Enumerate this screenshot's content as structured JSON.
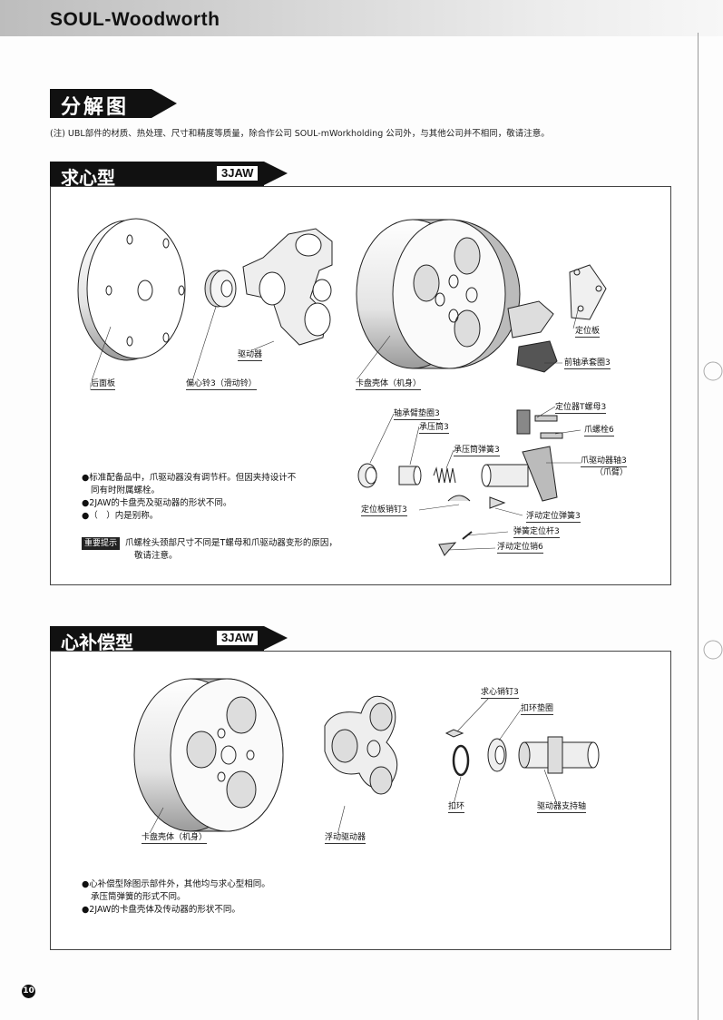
{
  "header": {
    "brand": "SOUL-Woodworth"
  },
  "main_title": "分解图",
  "note": "(注) UBL部件的材质、热处理、尺寸和精度等质量，除合作公司 SOUL-mWorkholding 公司外，与其他公司并不相同，敬请注意。",
  "section1": {
    "title": "求心型",
    "tag": "3JAW",
    "labels": {
      "rear_plate": "后面板",
      "eccentric_bell": "偏心铃3（滑动铃）",
      "driver": "驱动器",
      "chuck_body": "卡盘壳体（机身）",
      "locating_plate": "定位板",
      "front_bearing_ring": "前轴承套圈3",
      "bearing_washer": "轴承臂垫圈3",
      "bearing_tube": "承压筒3",
      "tube_spring": "承压筒弹簧3",
      "locator_t_nut": "定位器T螺母3",
      "jaw_bolt": "爪螺栓6",
      "jaw_driver_shaft": "爪驱动器轴3",
      "jaw_arm": "（爪臂）",
      "locating_pin": "定位板销钉3",
      "float_pin_spring": "浮动定位弹簧3",
      "spring_rod": "弹簧定位杆3",
      "float_pin": "浮动定位销6"
    },
    "bullets": [
      "●标准配备品中，爪驱动器没有调节杆。但因夹持设计不",
      "同有时附属螺栓。",
      "●2JAW的卡盘壳及驱动器的形状不同。",
      "●（　）内是别称。"
    ],
    "tip": {
      "badge": "重要提示",
      "lines": [
        "爪螺栓头颈部尺寸不同是T螺母和爪驱动器变形的原因，",
        "敬请注意。"
      ]
    }
  },
  "section2": {
    "title": "心补偿型",
    "tag": "3JAW",
    "labels": {
      "centering_pin": "求心销钉3",
      "ring_washer": "扣环垫圈",
      "snap_ring": "扣环",
      "driver_support": "驱动器支持轴",
      "chuck_body": "卡盘壳体（机身）",
      "float_driver": "浮动驱动器"
    },
    "bullets": [
      "●心补偿型除图示部件外，其他均与求心型相同。",
      "承压筒弹簧的形式不同。",
      "●2JAW的卡盘壳体及传动器的形状不同。"
    ]
  },
  "page_number": "10"
}
